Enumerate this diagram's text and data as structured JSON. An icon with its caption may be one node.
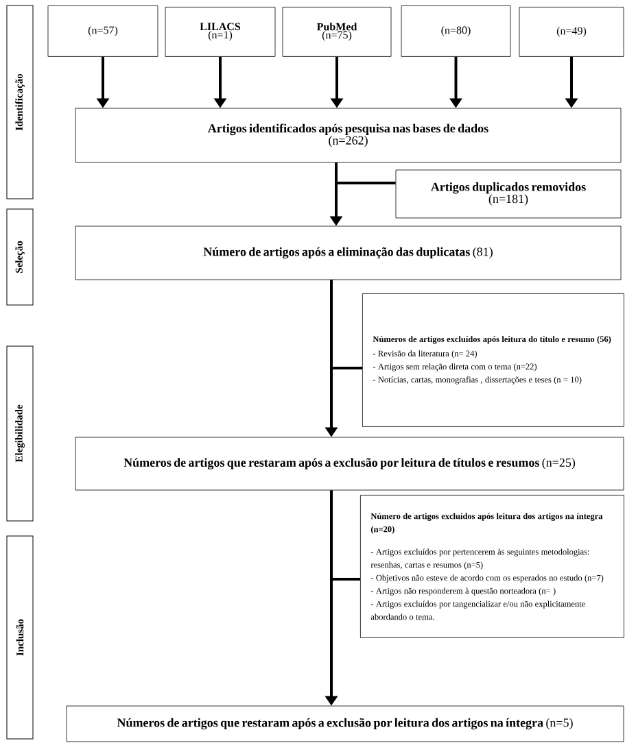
{
  "diagram": {
    "nodes": [
      {
        "text": [
          "Identificação"
        ]
      },
      {
        "text": [
          "Seleção"
        ]
      },
      {
        "text": [
          "Elegibilidade"
        ]
      },
      {
        "text": [
          "Inclusão"
        ]
      },
      {
        "text": [
          "(n=57)"
        ]
      },
      {
        "text": [
          "LILACS",
          "(n=1)"
        ]
      },
      {
        "text": [
          "PubMed",
          "(n=75)"
        ]
      },
      {
        "text": [
          "(n=80)"
        ]
      },
      {
        "text": [
          "(n=49)"
        ]
      },
      {
        "text": [
          "Artigos identificados após pesquisa nas bases de dados",
          "(n=262)"
        ]
      },
      {
        "text": [
          "Artigos duplicados removidos",
          "(n=181)"
        ]
      },
      {
        "text": [
          "**Número de artigos após a eliminação das duplicatas** (81)"
        ]
      },
      {
        "text": [
          "Números de artigos excluídos após leitura do título e resumo (56)",
          "- Revisão da literatura (n= 24)",
          "- Artigos sem relação direta com o tema (n=22)",
          "- Notícias, cartas, monografias , dissertações e teses (n = 10)"
        ]
      },
      {
        "text": [
          "**Números de artigos que restaram após a exclusão por leitura de títulos e resumos** (n=25)"
        ]
      },
      {
        "text": [
          "Número de artigos excluídos após leitura dos artigos na íntegra (n=20)",
          "- Artigos excluídos por pertencerem às seguintes metodologias: resenhas, cartas e resumos (n=5)",
          "- Objetivos  não esteve de acordo com os esperados no estudo (n=7)",
          "- Artigos não responderem à questão norteadora (n=  )",
          "- Artigos excluídos por tangencializar e/ou não explicitamente abordando o tema."
        ]
      },
      {
        "text": [
          "**Números de artigos que restaram após a exclusão por leitura dos artigos na íntegra** (n=5)"
        ]
      }
    ],
    "edges": [
      {
        "from": 4,
        "to": 9,
        "arrow": "to"
      },
      {
        "from": 5,
        "to": 9,
        "arrow": "to"
      },
      {
        "from": 6,
        "to": 9,
        "arrow": "to"
      },
      {
        "from": 7,
        "to": 9,
        "arrow": "to"
      },
      {
        "from": 8,
        "to": 9,
        "arrow": "to"
      },
      {
        "from": 9,
        "to": 10,
        "arrow": "none"
      },
      {
        "from": 9,
        "to": 11,
        "arrow": "to"
      },
      {
        "from": 11,
        "to": 12,
        "arrow": "none"
      },
      {
        "from": 11,
        "to": 13,
        "arrow": "to"
      },
      {
        "from": 13,
        "to": 14,
        "arrow": "none"
      },
      {
        "from": 13,
        "to": 15,
        "arrow": "to"
      }
    ]
  }
}
